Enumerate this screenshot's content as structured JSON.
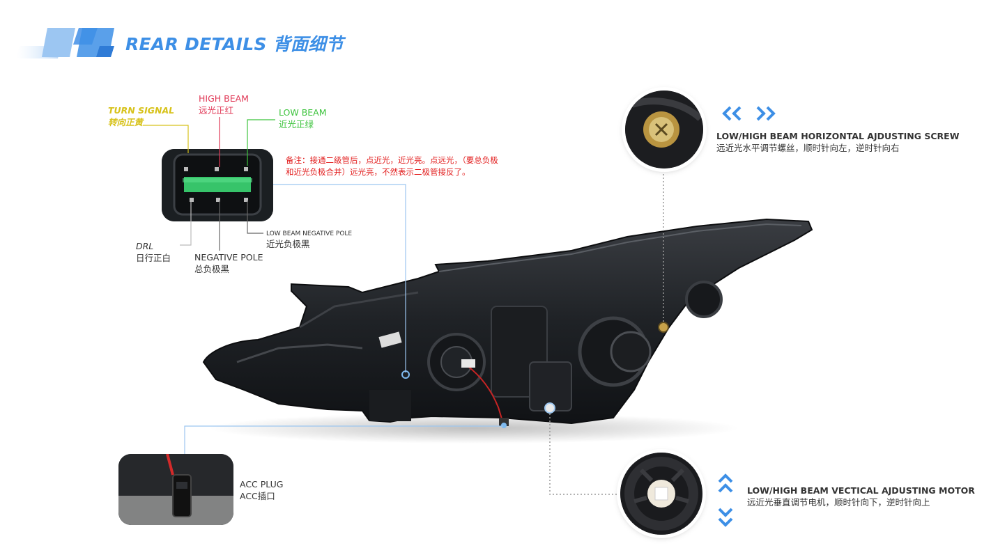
{
  "header": {
    "title": "REAR DETAILS 背面细节"
  },
  "connector": {
    "turn_signal_en": "TURN SIGNAL",
    "turn_signal_zh": "转向正黄",
    "high_beam_en": "HIGH BEAM",
    "high_beam_zh": "远光正红",
    "low_beam_en": "LOW BEAM",
    "low_beam_zh": "近光正绿",
    "drl_en": "DRL",
    "drl_zh": "日行正白",
    "negative_en": "NEGATIVE POLE",
    "negative_zh": "总负极黑",
    "low_neg_en": "LOW BEAM NEGATIVE POLE",
    "low_neg_zh": "近光负极黑"
  },
  "note": {
    "line1": "备注：接通二级管后，点近光，近光亮。点远光，（要总负极",
    "line2": "和近光负极合并）远光亮，不然表示二极管接反了。"
  },
  "horizontal_screw": {
    "en": "LOW/HIGH BEAM HORIZONTAL AJDUSTING SCREW",
    "zh": "远近光水平调节螺丝，顺时针向左，逆时针向右"
  },
  "vertical_motor": {
    "en": "LOW/HIGH BEAM VECTICAL AJDUSTING MOTOR",
    "zh": "远近光垂直调节电机，顺时针向下，逆时针向上"
  },
  "acc_plug": {
    "en": "ACC PLUG",
    "zh": "ACC插口"
  },
  "colors": {
    "accent_blue": "#3d8fe6",
    "turn_yellow": "#d7c21a",
    "high_red": "#e03755",
    "low_green": "#3cc33c",
    "note_red": "#e21b1b"
  },
  "icons": {
    "left_arrows": "double-chevron-left-icon",
    "right_arrows": "double-chevron-right-icon",
    "up_arrows": "double-chevron-up-icon",
    "down_arrows": "double-chevron-down-icon"
  }
}
